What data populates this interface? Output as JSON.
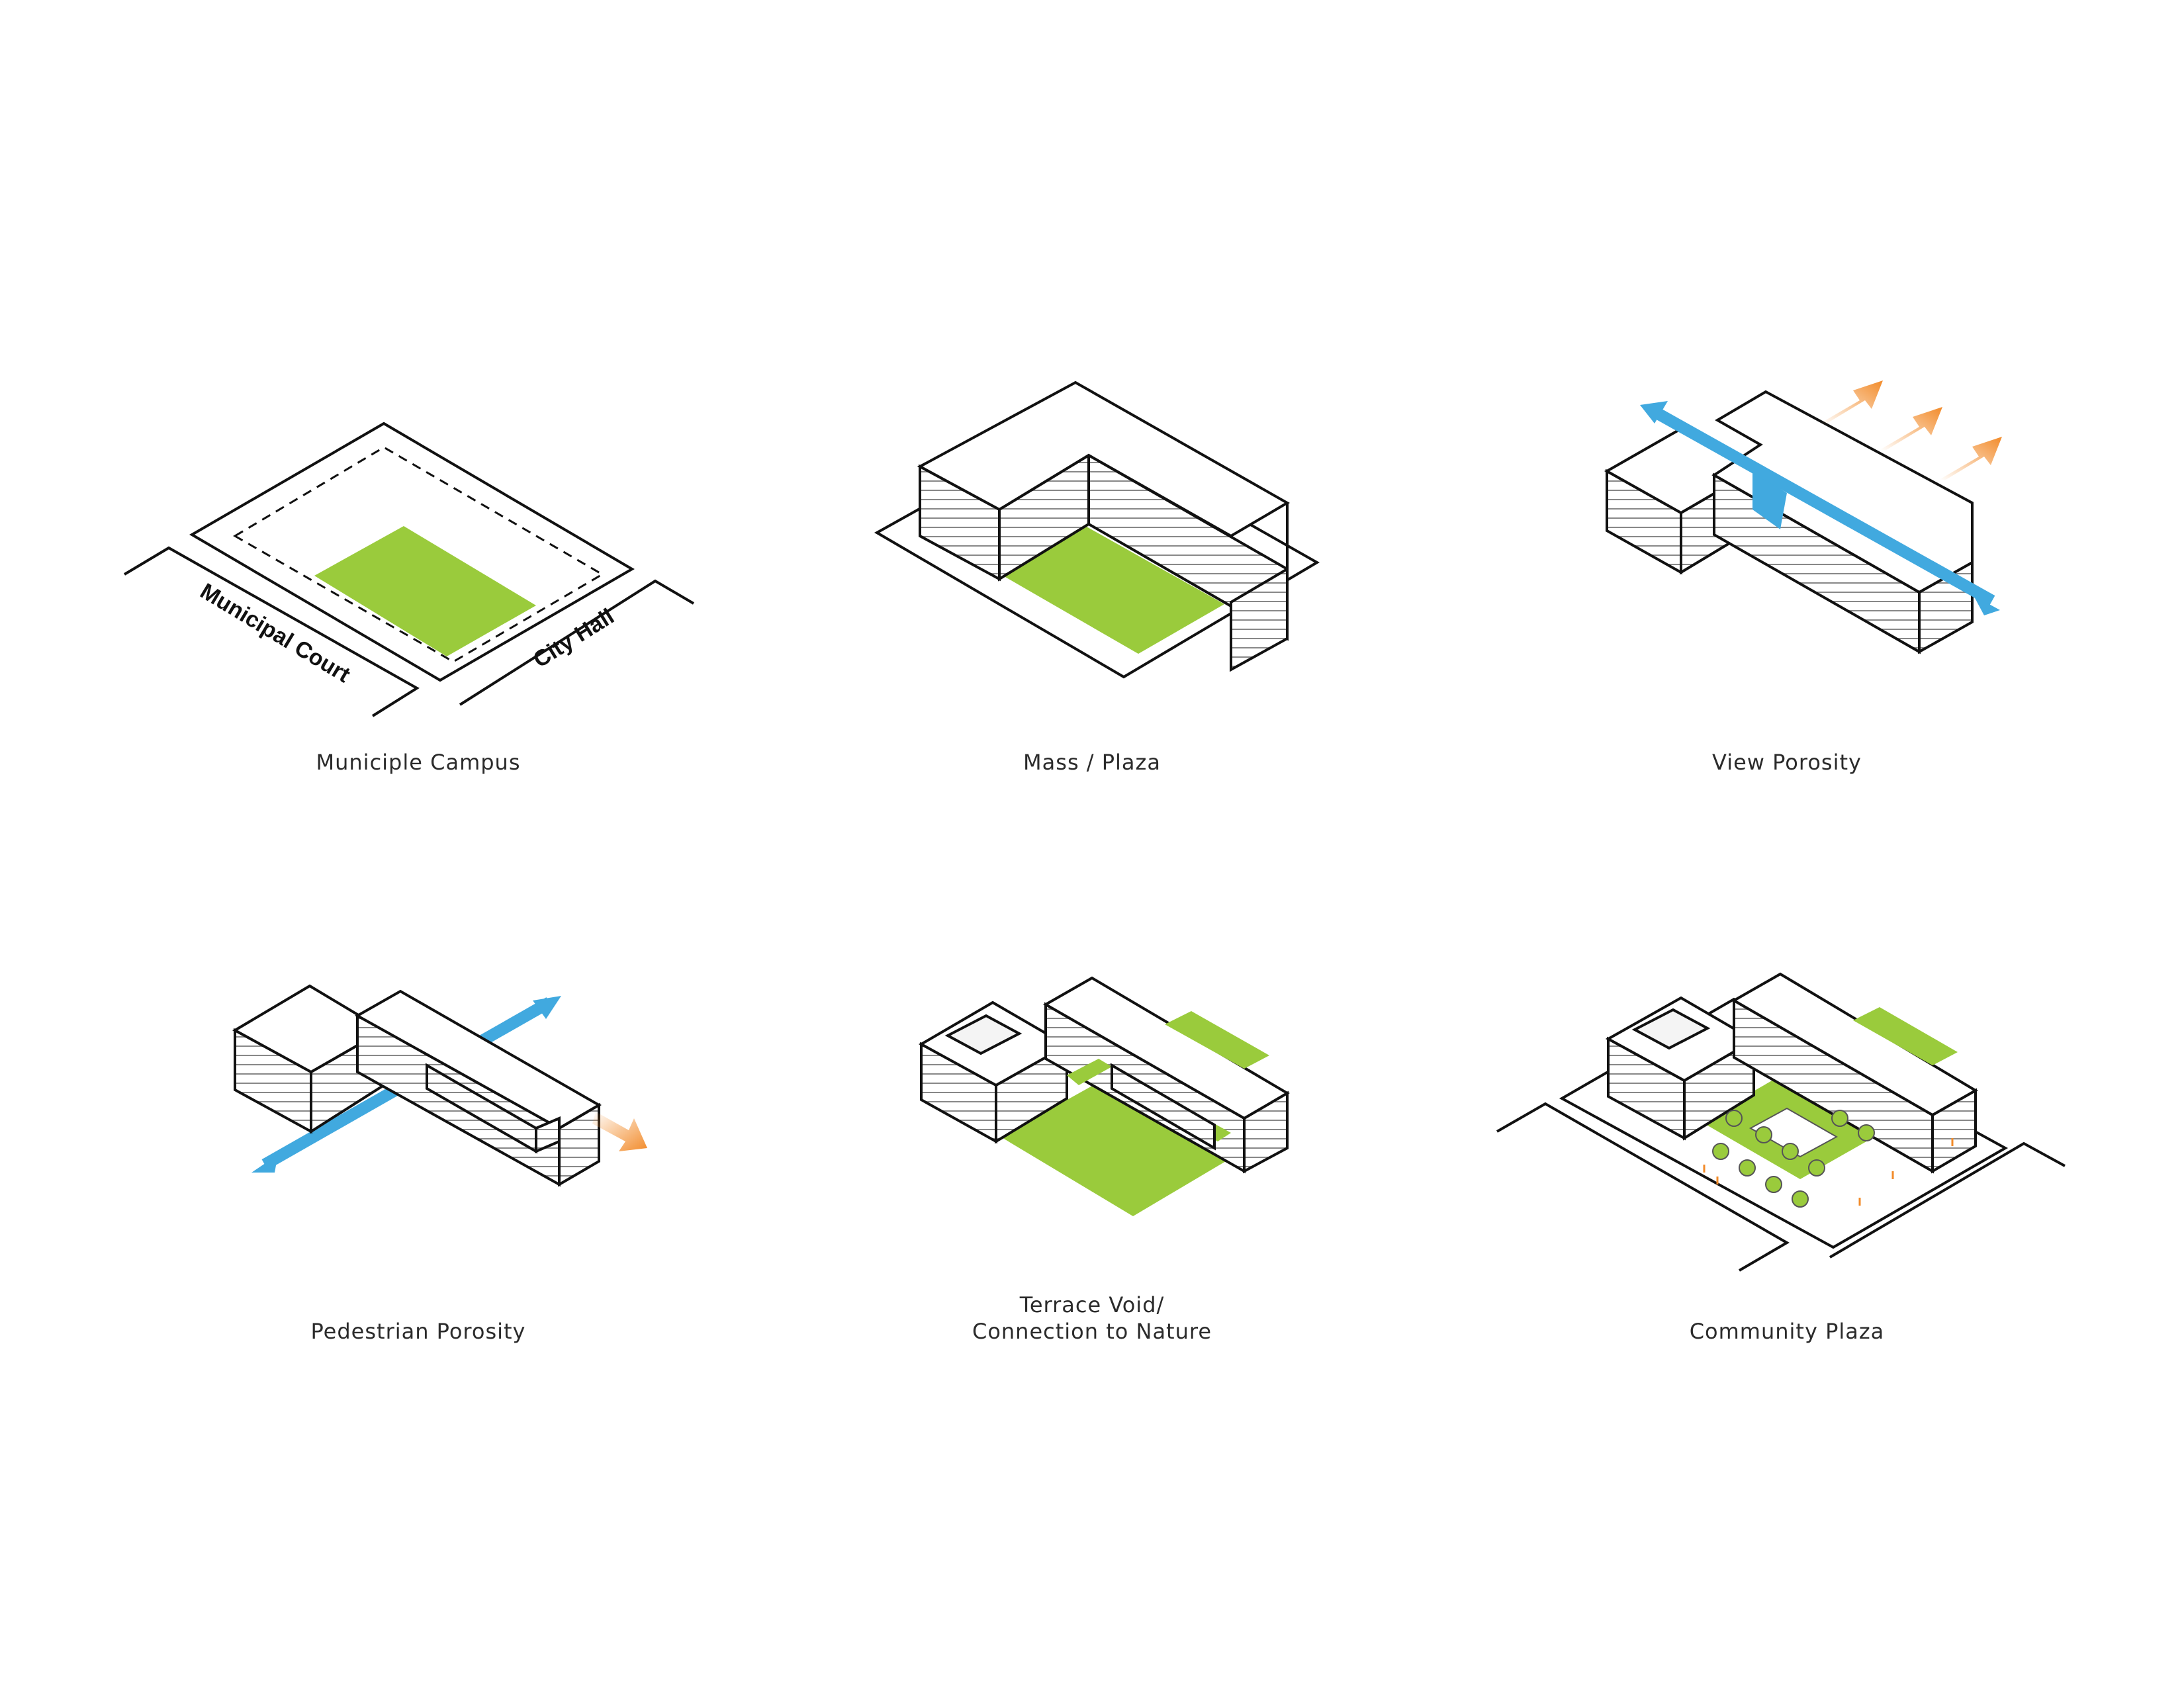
{
  "colors": {
    "green": "#9acb3c",
    "blue": "#41a9df",
    "orange": "#f28b2a",
    "line": "#111111",
    "caption": "#2b2b2b"
  },
  "diagrams": [
    {
      "caption": "Municiple Campus",
      "labels": {
        "court": "Municipal Court",
        "hall": "City Hall"
      }
    },
    {
      "caption": "Mass / Plaza"
    },
    {
      "caption": "View Porosity"
    },
    {
      "caption": "Pedestrian Porosity"
    },
    {
      "caption_line1": "Terrace Void/",
      "caption_line2": "Connection to Nature"
    },
    {
      "caption": "Community Plaza"
    }
  ]
}
